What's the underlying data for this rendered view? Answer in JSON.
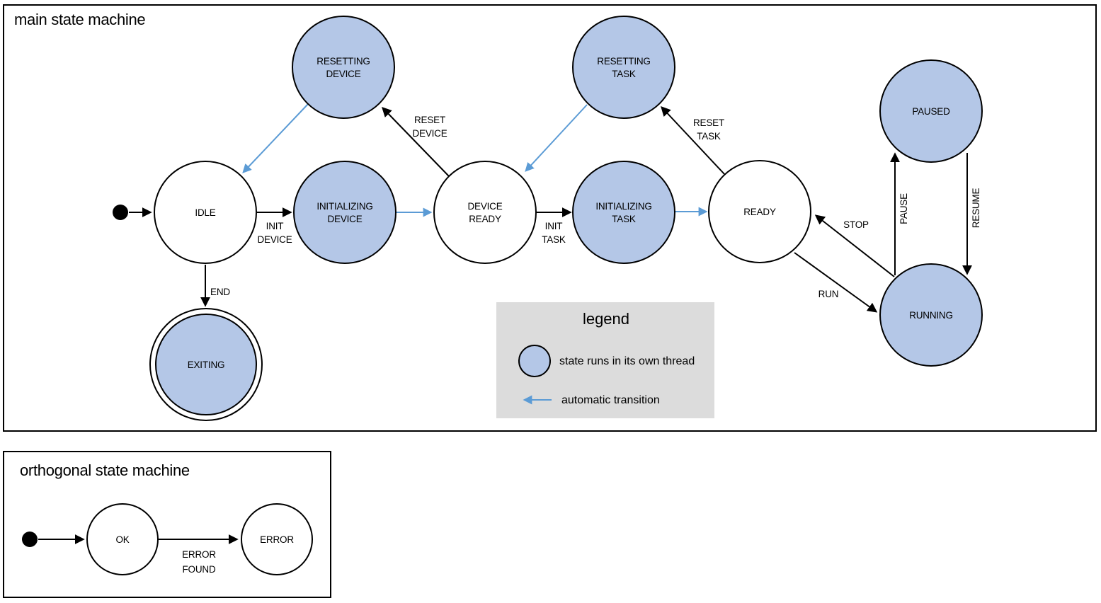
{
  "colors": {
    "threaded_fill": "#b4c7e7",
    "plain_fill": "#ffffff",
    "stroke": "#000000",
    "auto_arrow": "#5b9bd5",
    "legend_bg": "#dcdcdc"
  },
  "main": {
    "title": "main state machine",
    "states": {
      "resetting_device": {
        "lines": [
          "RESETTING",
          "DEVICE"
        ],
        "threaded": true
      },
      "resetting_task": {
        "lines": [
          "RESETTING",
          "TASK"
        ],
        "threaded": true
      },
      "paused": {
        "label": "PAUSED",
        "threaded": true
      },
      "idle": {
        "label": "IDLE",
        "threaded": false
      },
      "initializing_device": {
        "lines": [
          "INITIALIZING",
          "DEVICE"
        ],
        "threaded": true
      },
      "device_ready": {
        "lines": [
          "DEVICE",
          "READY"
        ],
        "threaded": false
      },
      "initializing_task": {
        "lines": [
          "INITIALIZING",
          "TASK"
        ],
        "threaded": true
      },
      "ready": {
        "label": "READY",
        "threaded": false
      },
      "running": {
        "label": "RUNNING",
        "threaded": true
      },
      "exiting": {
        "label": "EXITING",
        "threaded": true,
        "final": true
      }
    },
    "transitions": {
      "init_device": {
        "lines": [
          "INIT",
          "DEVICE"
        ]
      },
      "reset_device": {
        "lines": [
          "RESET",
          "DEVICE"
        ]
      },
      "init_task": {
        "lines": [
          "INIT",
          "TASK"
        ]
      },
      "reset_task": {
        "lines": [
          "RESET",
          "TASK"
        ]
      },
      "stop": {
        "label": "STOP"
      },
      "run": {
        "label": "RUN"
      },
      "pause": {
        "label": "PAUSE"
      },
      "resume": {
        "label": "RESUME"
      },
      "end": {
        "label": "END"
      }
    },
    "legend": {
      "title": "legend",
      "threaded": "state runs in its own thread",
      "automatic": "automatic transition"
    }
  },
  "orthogonal": {
    "title": "orthogonal state machine",
    "states": {
      "ok": {
        "label": "OK",
        "threaded": false
      },
      "error": {
        "label": "ERROR",
        "threaded": false
      }
    },
    "transitions": {
      "error_found": {
        "lines": [
          "ERROR",
          "FOUND"
        ]
      }
    }
  }
}
